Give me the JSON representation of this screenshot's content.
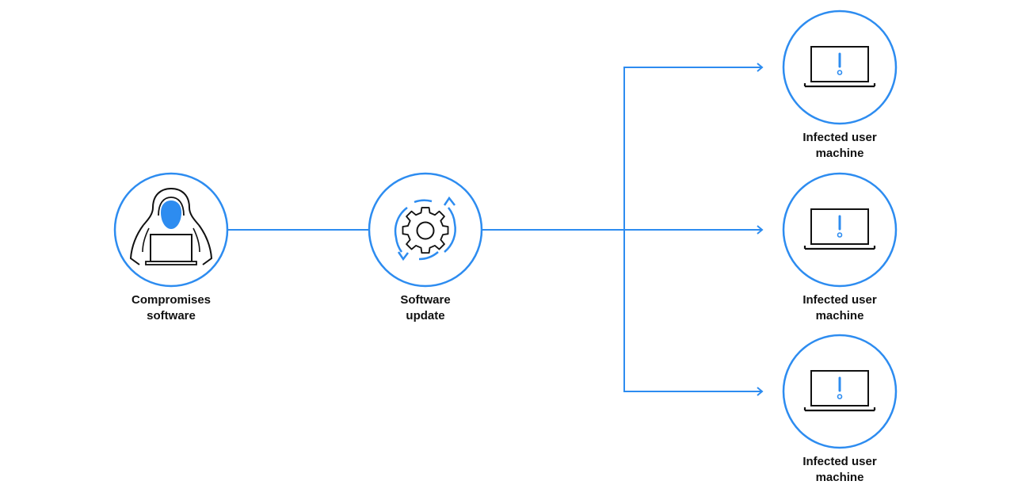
{
  "colors": {
    "accent": "#2d8cf0",
    "ink": "#111111",
    "background": "#ffffff"
  },
  "nodes": {
    "attacker": {
      "icon": "hacker-icon",
      "label_line1": "Compromises",
      "label_line2": "software"
    },
    "update": {
      "icon": "gear-sync-icon",
      "label_line1": "Software",
      "label_line2": "update"
    },
    "machines": [
      {
        "icon": "laptop-alert-icon",
        "label_line1": "Infected user",
        "label_line2": "machine"
      },
      {
        "icon": "laptop-alert-icon",
        "label_line1": "Infected user",
        "label_line2": "machine"
      },
      {
        "icon": "laptop-alert-icon",
        "label_line1": "Infected user",
        "label_line2": "machine"
      }
    ]
  }
}
